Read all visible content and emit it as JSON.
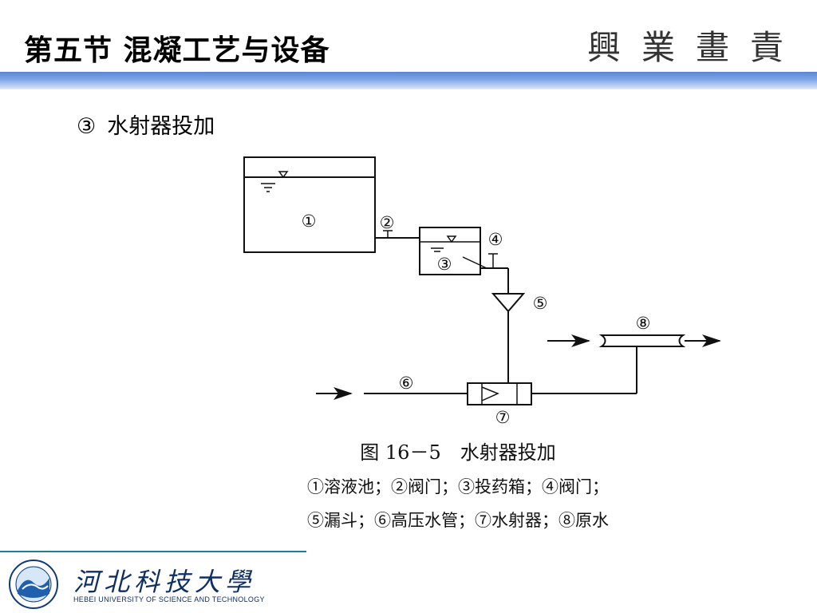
{
  "header": {
    "title": "第五节  混凝工艺与设备",
    "motto": "興業畫責"
  },
  "section": {
    "number": "③",
    "heading": "水射器投加"
  },
  "diagram": {
    "labels": {
      "solution_tank": "①",
      "valve_top": "②",
      "dosing_box": "③",
      "valve_side": "④",
      "funnel": "⑤",
      "high_pressure_pipe": "⑥",
      "ejector": "⑦",
      "raw_water": "⑧"
    },
    "caption_title": "图 16－5　水射器投加",
    "legend_line1": "①溶液池；②阀门；③投药箱；④阀门；",
    "legend_line2": "⑤漏斗；⑥高压水管；⑦水射器；⑧原水"
  },
  "footer": {
    "university_cn": "河北科技大學",
    "university_en": "HEBEI UNIVERSITY OF SCIENCE AND TECHNOLOGY"
  }
}
